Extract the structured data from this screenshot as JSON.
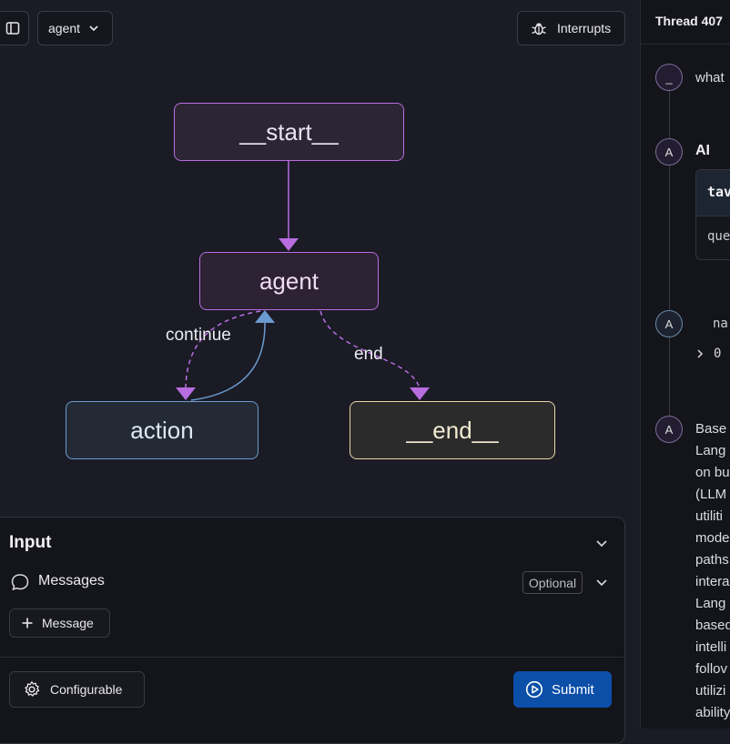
{
  "toolbar": {
    "graph_select": "agent",
    "interrupts_label": "Interrupts"
  },
  "graph": {
    "nodes": {
      "start": "__start__",
      "agent": "agent",
      "action": "action",
      "end": "__end__"
    },
    "edges": {
      "continue_label": "continue",
      "end_label": "end"
    }
  },
  "input_panel": {
    "title": "Input",
    "messages_label": "Messages",
    "optional_badge": "Optional",
    "add_message_label": "Message",
    "configurable_label": "Configurable",
    "submit_label": "Submit"
  },
  "thread": {
    "header": "Thread 407",
    "messages": [
      {
        "avatar": "_",
        "name": "",
        "text": "what"
      },
      {
        "avatar": "A",
        "name": "AI",
        "tool_title": "tav",
        "tool_line": "que"
      },
      {
        "avatar": "A",
        "name": "",
        "text": "na",
        "expander": "0"
      },
      {
        "avatar": "A",
        "name": "",
        "lines": [
          "Base",
          "Lang",
          "on bu",
          "(LLM",
          "utiliti",
          "mode",
          "paths",
          "intera",
          "Lang",
          "based",
          "intelli",
          "follov",
          "utilizi",
          "ability"
        ]
      }
    ]
  },
  "colors": {
    "accent_purple": "#b86de0",
    "accent_blue": "#6b9bd0",
    "end_border": "#e9d6a5",
    "submit_blue": "#0b4fa8"
  }
}
